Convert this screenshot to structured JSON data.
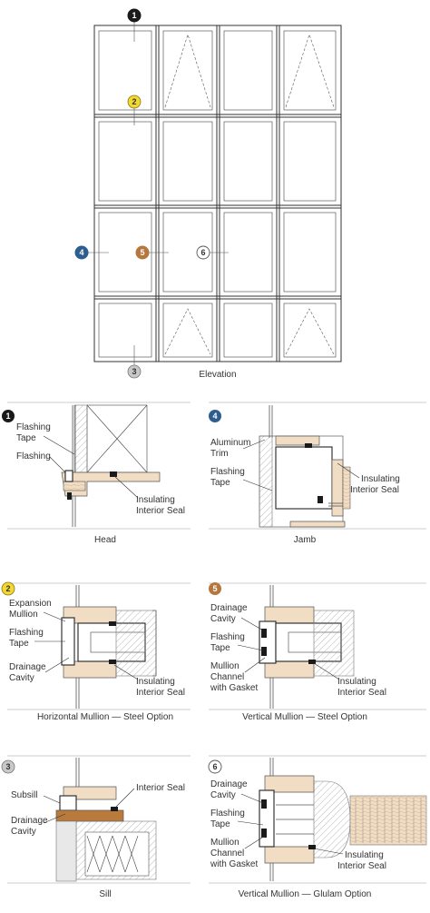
{
  "elevation": {
    "title": "Elevation",
    "markers": [
      "1",
      "2",
      "3",
      "4",
      "5",
      "6"
    ]
  },
  "details": {
    "d1": {
      "number": "1",
      "caption": "Head",
      "labels": [
        "Flashing",
        "Tape",
        "Flashing",
        "Insulating",
        "Interior Seal"
      ]
    },
    "d4": {
      "number": "4",
      "caption": "Jamb",
      "labels": [
        "Aluminum",
        "Trim",
        "Flashing",
        "Tape",
        "Insulating",
        "Interior Seal"
      ]
    },
    "d2": {
      "number": "2",
      "caption": "Horizontal Mullion — Steel Option",
      "labels": [
        "Expansion",
        "Mullion",
        "Flashing",
        "Tape",
        "Drainage",
        "Cavity",
        "Insulating",
        "Interior Seal"
      ]
    },
    "d5": {
      "number": "5",
      "caption": "Vertical Mullion — Steel Option",
      "labels": [
        "Drainage",
        "Cavity",
        "Flashing",
        "Tape",
        "Mullion",
        "Channel",
        "with Gasket",
        "Insulating",
        "Interior Seal"
      ]
    },
    "d3": {
      "number": "3",
      "caption": "Sill",
      "labels": [
        "Subsill",
        "Interior Seal",
        "Drainage",
        "Cavity"
      ]
    },
    "d6": {
      "number": "6",
      "caption": "Vertical Mullion — Glulam Option",
      "labels": [
        "Drainage",
        "Cavity",
        "Flashing",
        "Tape",
        "Mullion",
        "Channel",
        "with Gasket",
        "Insulating",
        "Interior Seal"
      ]
    }
  },
  "colors": {
    "marker1": "#1a1a1a",
    "marker2": "#f2d830",
    "marker3": "#c8c8c8",
    "marker4": "#2e5d8f",
    "marker5": "#b5773d",
    "marker6": "#ffffff",
    "wood": "#f1dcc4"
  }
}
